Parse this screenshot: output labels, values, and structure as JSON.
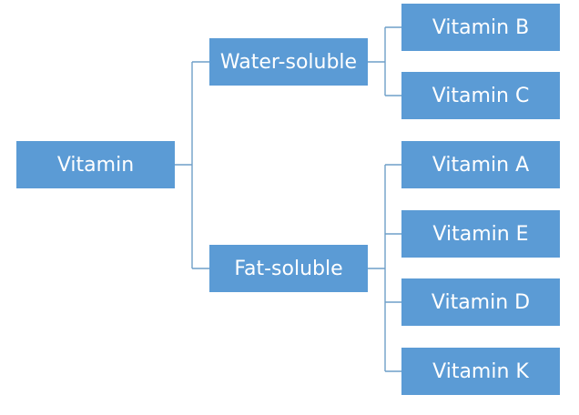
{
  "diagram": {
    "type": "tree",
    "colors": {
      "node_fill": "#5b9bd5",
      "node_text": "#ffffff",
      "connector": "#6f9fc8"
    },
    "root": {
      "id": "vitamin",
      "label": "Vitamin"
    },
    "groups": [
      {
        "id": "water-soluble",
        "label": "Water-soluble",
        "children": [
          {
            "id": "vitamin-b",
            "label": "Vitamin B"
          },
          {
            "id": "vitamin-c",
            "label": "Vitamin C"
          }
        ]
      },
      {
        "id": "fat-soluble",
        "label": "Fat-soluble",
        "children": [
          {
            "id": "vitamin-a",
            "label": "Vitamin A"
          },
          {
            "id": "vitamin-e",
            "label": "Vitamin E"
          },
          {
            "id": "vitamin-d",
            "label": "Vitamin D"
          },
          {
            "id": "vitamin-k",
            "label": "Vitamin K"
          }
        ]
      }
    ]
  }
}
